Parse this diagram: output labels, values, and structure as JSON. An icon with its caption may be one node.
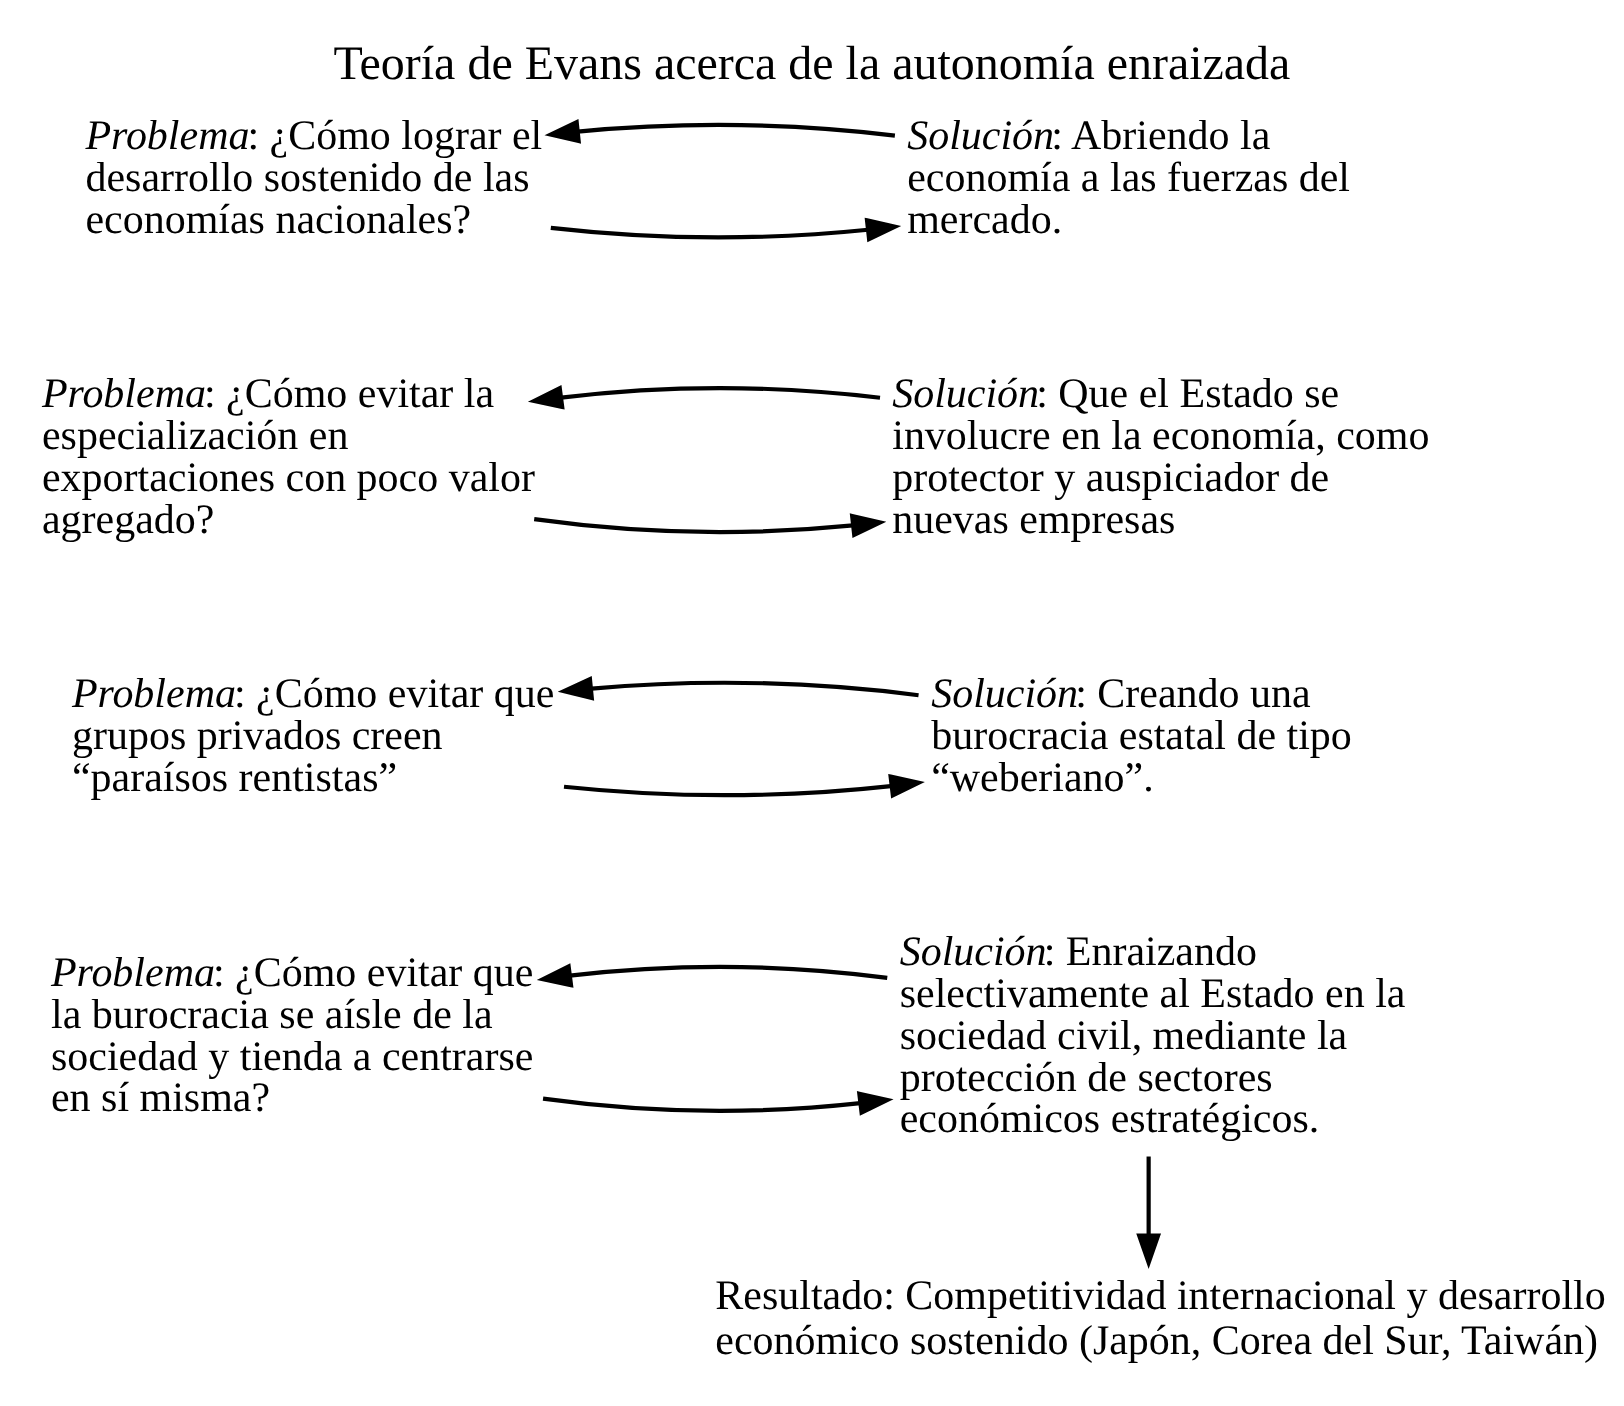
{
  "diagram": {
    "title": "Teoría de Evans acerca de la autonomía enraizada",
    "nodes": [
      {
        "text": [
          "*Problema*: ¿Cómo lograr el desarrollo sostenido de las economías nacionales?"
        ]
      },
      {
        "text": [
          "*Solución*: Abriendo la economía a las fuerzas del mercado."
        ]
      },
      {
        "text": [
          "*Problema*: ¿Cómo evitar la especialización en exportaciones con poco valor agregado?"
        ]
      },
      {
        "text": [
          "*Solución*: Que el Estado se involucre en la economía, como protector y auspiciador de nuevas empresas"
        ]
      },
      {
        "text": [
          "*Problema*: ¿Cómo evitar que grupos privados creen “paraísos rentistas”"
        ]
      },
      {
        "text": [
          "*Solución*: Creando una burocracia estatal de tipo “weberiano”."
        ]
      },
      {
        "text": [
          "*Problema*: ¿Cómo evitar que la burocracia se aísle de la sociedad y tienda a centrarse en sí misma?"
        ]
      },
      {
        "text": [
          "*Solución*: Enraizando selectivamente al Estado en la sociedad civil, mediante la protección de sectores económicos estratégicos."
        ]
      },
      {
        "text": [
          "Resultado: Competitividad internacional y desarrollo económico sostenido (Japón, Corea del Sur, Taiwán)"
        ]
      }
    ],
    "edges": [
      {
        "from": 0,
        "to": 1,
        "arrow": "to"
      },
      {
        "from": 1,
        "to": 0,
        "arrow": "to"
      },
      {
        "from": 2,
        "to": 3,
        "arrow": "to"
      },
      {
        "from": 3,
        "to": 2,
        "arrow": "to"
      },
      {
        "from": 4,
        "to": 5,
        "arrow": "to"
      },
      {
        "from": 5,
        "to": 4,
        "arrow": "to"
      },
      {
        "from": 6,
        "to": 7,
        "arrow": "to"
      },
      {
        "from": 7,
        "to": 6,
        "arrow": "to"
      },
      {
        "from": 7,
        "to": 8,
        "arrow": "to"
      }
    ]
  }
}
